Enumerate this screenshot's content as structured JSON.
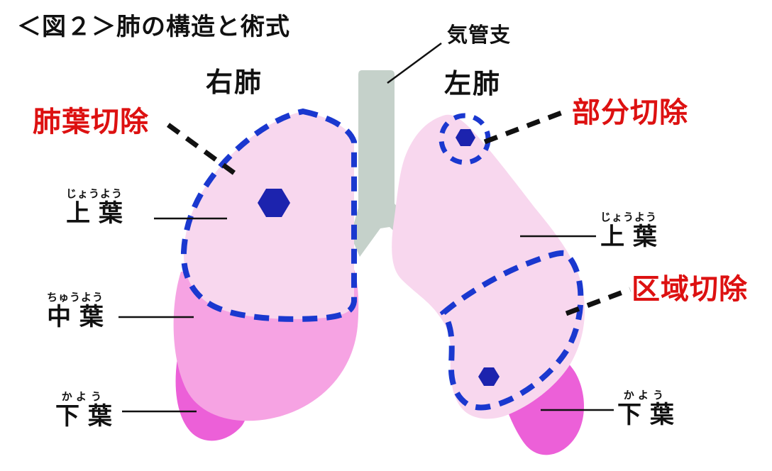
{
  "title": "＜図２＞肺の構造と術式",
  "anatomy": {
    "trachea_label": "気管支",
    "right_lung_label": "右肺",
    "left_lung_label": "左肺"
  },
  "procedures": {
    "lobectomy": "肺葉切除",
    "partial": "部分切除",
    "segmental": "区域切除"
  },
  "lobes": {
    "right_upper": {
      "furigana": "じょうよう",
      "label": "上 葉"
    },
    "right_middle": {
      "furigana": "ちゅうよう",
      "label": "中 葉"
    },
    "right_lower": {
      "furigana": "かよう",
      "label": "下 葉"
    },
    "left_upper": {
      "furigana": "じょうよう",
      "label": "上 葉"
    },
    "left_lower": {
      "furigana": "かよう",
      "label": "下 葉"
    }
  },
  "colors": {
    "light_pink": "#f8d7ee",
    "medium_pink": "#f6a3e3",
    "dark_magenta": "#ec60d8",
    "trachea_gray": "#c5d1ca",
    "dash_blue": "#1a38cf",
    "tumor_blue": "#1c23ae",
    "procedure_red": "#dd1111",
    "text_black": "#111111"
  }
}
